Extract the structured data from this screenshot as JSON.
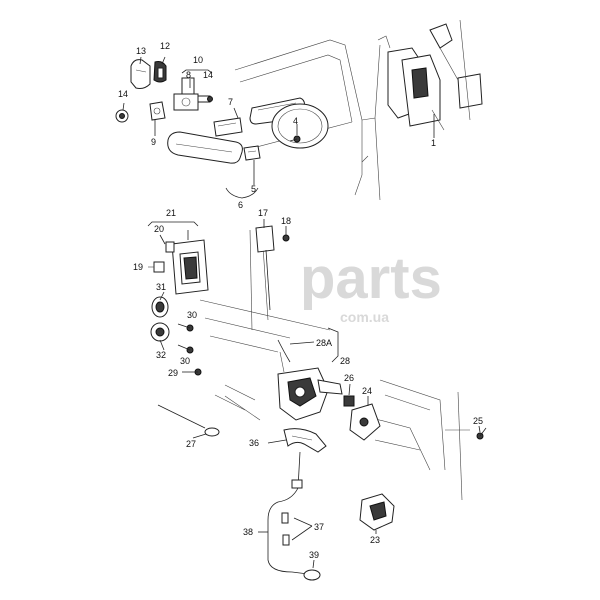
{
  "watermark": {
    "brand": "parts",
    "domain": "com.ua"
  },
  "callouts": [
    {
      "id": "c1",
      "text": "1"
    },
    {
      "id": "c4",
      "text": "4"
    },
    {
      "id": "c5",
      "text": "5"
    },
    {
      "id": "c6",
      "text": "6"
    },
    {
      "id": "c7",
      "text": "7"
    },
    {
      "id": "c8",
      "text": "8"
    },
    {
      "id": "c9",
      "text": "9"
    },
    {
      "id": "c10",
      "text": "10"
    },
    {
      "id": "c12",
      "text": "12"
    },
    {
      "id": "c13",
      "text": "13"
    },
    {
      "id": "c14a",
      "text": "14"
    },
    {
      "id": "c14b",
      "text": "14"
    },
    {
      "id": "c17",
      "text": "17"
    },
    {
      "id": "c18",
      "text": "18"
    },
    {
      "id": "c19",
      "text": "19"
    },
    {
      "id": "c20",
      "text": "20"
    },
    {
      "id": "c21",
      "text": "21"
    },
    {
      "id": "c23",
      "text": "23"
    },
    {
      "id": "c24",
      "text": "24"
    },
    {
      "id": "c25",
      "text": "25"
    },
    {
      "id": "c26",
      "text": "26"
    },
    {
      "id": "c27",
      "text": "27"
    },
    {
      "id": "c28",
      "text": "28"
    },
    {
      "id": "c28a",
      "text": "28A"
    },
    {
      "id": "c29",
      "text": "29"
    },
    {
      "id": "c30a",
      "text": "30"
    },
    {
      "id": "c30b",
      "text": "30"
    },
    {
      "id": "c31",
      "text": "31"
    },
    {
      "id": "c32",
      "text": "32"
    },
    {
      "id": "c36",
      "text": "36"
    },
    {
      "id": "c37",
      "text": "37"
    },
    {
      "id": "c38",
      "text": "38"
    },
    {
      "id": "c39",
      "text": "39"
    }
  ]
}
